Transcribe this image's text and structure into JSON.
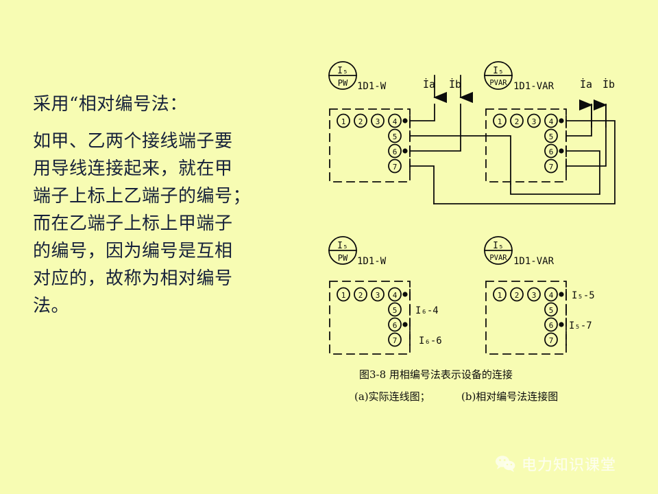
{
  "page": {
    "background_color": "#F7FCB3",
    "text_color": "#16213a",
    "line_color": "#0c0c0c"
  },
  "body_text": {
    "paragraph_1": "采用“相对编号法：",
    "lines": [
      "如甲、乙两个接线端子要",
      "用导线连接起来，就在甲",
      "端子上标上乙端子的编号；",
      "而在乙端子上标上甲端子",
      "的编号，因为编号是互相",
      "对应的，故称为相对编号",
      "法。"
    ]
  },
  "figure": {
    "caption_title": "图3-8    用相编号法表示设备的连接",
    "caption_sub_a": "(a)实际连线图；",
    "caption_sub_b": "(b)相对编号法连接图",
    "terminal_numbers": [
      "1",
      "2",
      "3",
      "4",
      "5",
      "6",
      "7"
    ],
    "instruments": {
      "watt_symbol_top": "I₅",
      "watt_symbol_bottom": "PW",
      "watt_tag": "1D1-W",
      "var_symbol_top": "I₅",
      "var_symbol_bottom": "PVAR",
      "var_tag": "1D1-VAR"
    },
    "current_arrows": {
      "left_a": "İa",
      "left_b": "İb",
      "right_a": "İa",
      "right_b": "İb"
    },
    "relative_labels": {
      "bottom_left_t5": "I₆-4",
      "bottom_left_t7": "I₆-6",
      "bottom_right_t4": "I₅-5",
      "bottom_right_t6": "I₅-7"
    }
  },
  "watermark": {
    "text": "电力知识课堂",
    "icon": "wechat-icon"
  }
}
